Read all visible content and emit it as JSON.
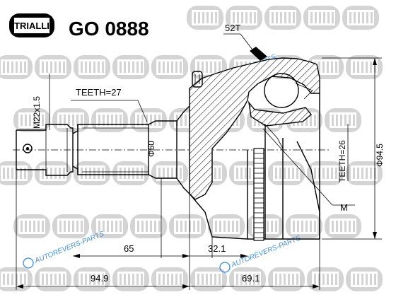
{
  "header": {
    "logo_text": "TRIALLI",
    "part_number": "GO 0888"
  },
  "watermark": {
    "brand_text": "TRIALLI",
    "url_text": "AUTOREVERS-PARTS"
  },
  "labels": {
    "abs_teeth": "52T",
    "thread": "M22x1.5",
    "shaft_teeth": "TEETH=27",
    "shaft_diameter": "Φ60",
    "bell_teeth": "TEETH=26",
    "bell_diameter": "Φ94.5",
    "m_label": "M"
  },
  "dimensions": {
    "dim_65": "65",
    "dim_32_1": "32.1",
    "dim_94_9": "94.9",
    "dim_69_1": "69.1"
  },
  "colors": {
    "watermark_grey": "#d4d4d4",
    "url_blue": "#3f8fd8",
    "line": "#000000"
  }
}
